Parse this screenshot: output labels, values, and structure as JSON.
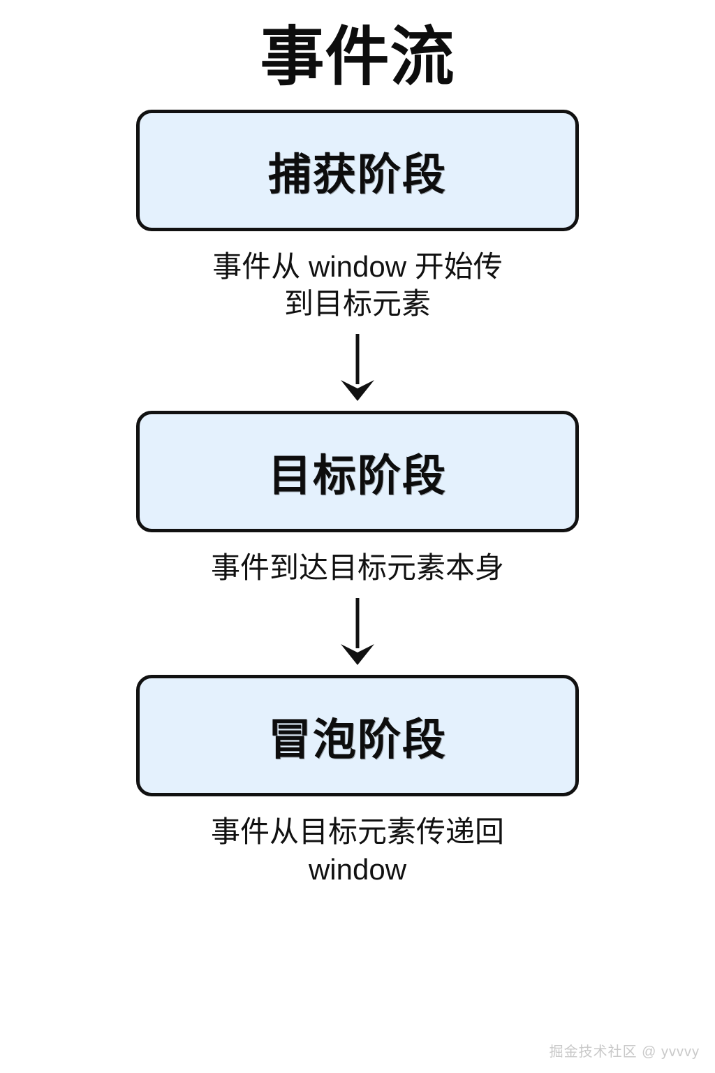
{
  "page": {
    "title": "事件流",
    "background_color": "#ffffff",
    "box_fill_color": "#e4f1fd",
    "box_border_color": "#111111",
    "text_color": "#111111"
  },
  "flow": {
    "stages": [
      {
        "label": "捕获阶段",
        "description": "事件从 window 开始传\n到目标元素",
        "arrow_after": "down-arrow"
      },
      {
        "label": "目标阶段",
        "description": "事件到达目标元素本身",
        "arrow_after": "down-arrow"
      },
      {
        "label": "冒泡阶段",
        "description": "事件从目标元素传递回\nwindow",
        "arrow_after": null
      }
    ]
  },
  "watermark": {
    "text": "掘金技术社区 @ yvvvy",
    "color": "#c9c9c9"
  }
}
